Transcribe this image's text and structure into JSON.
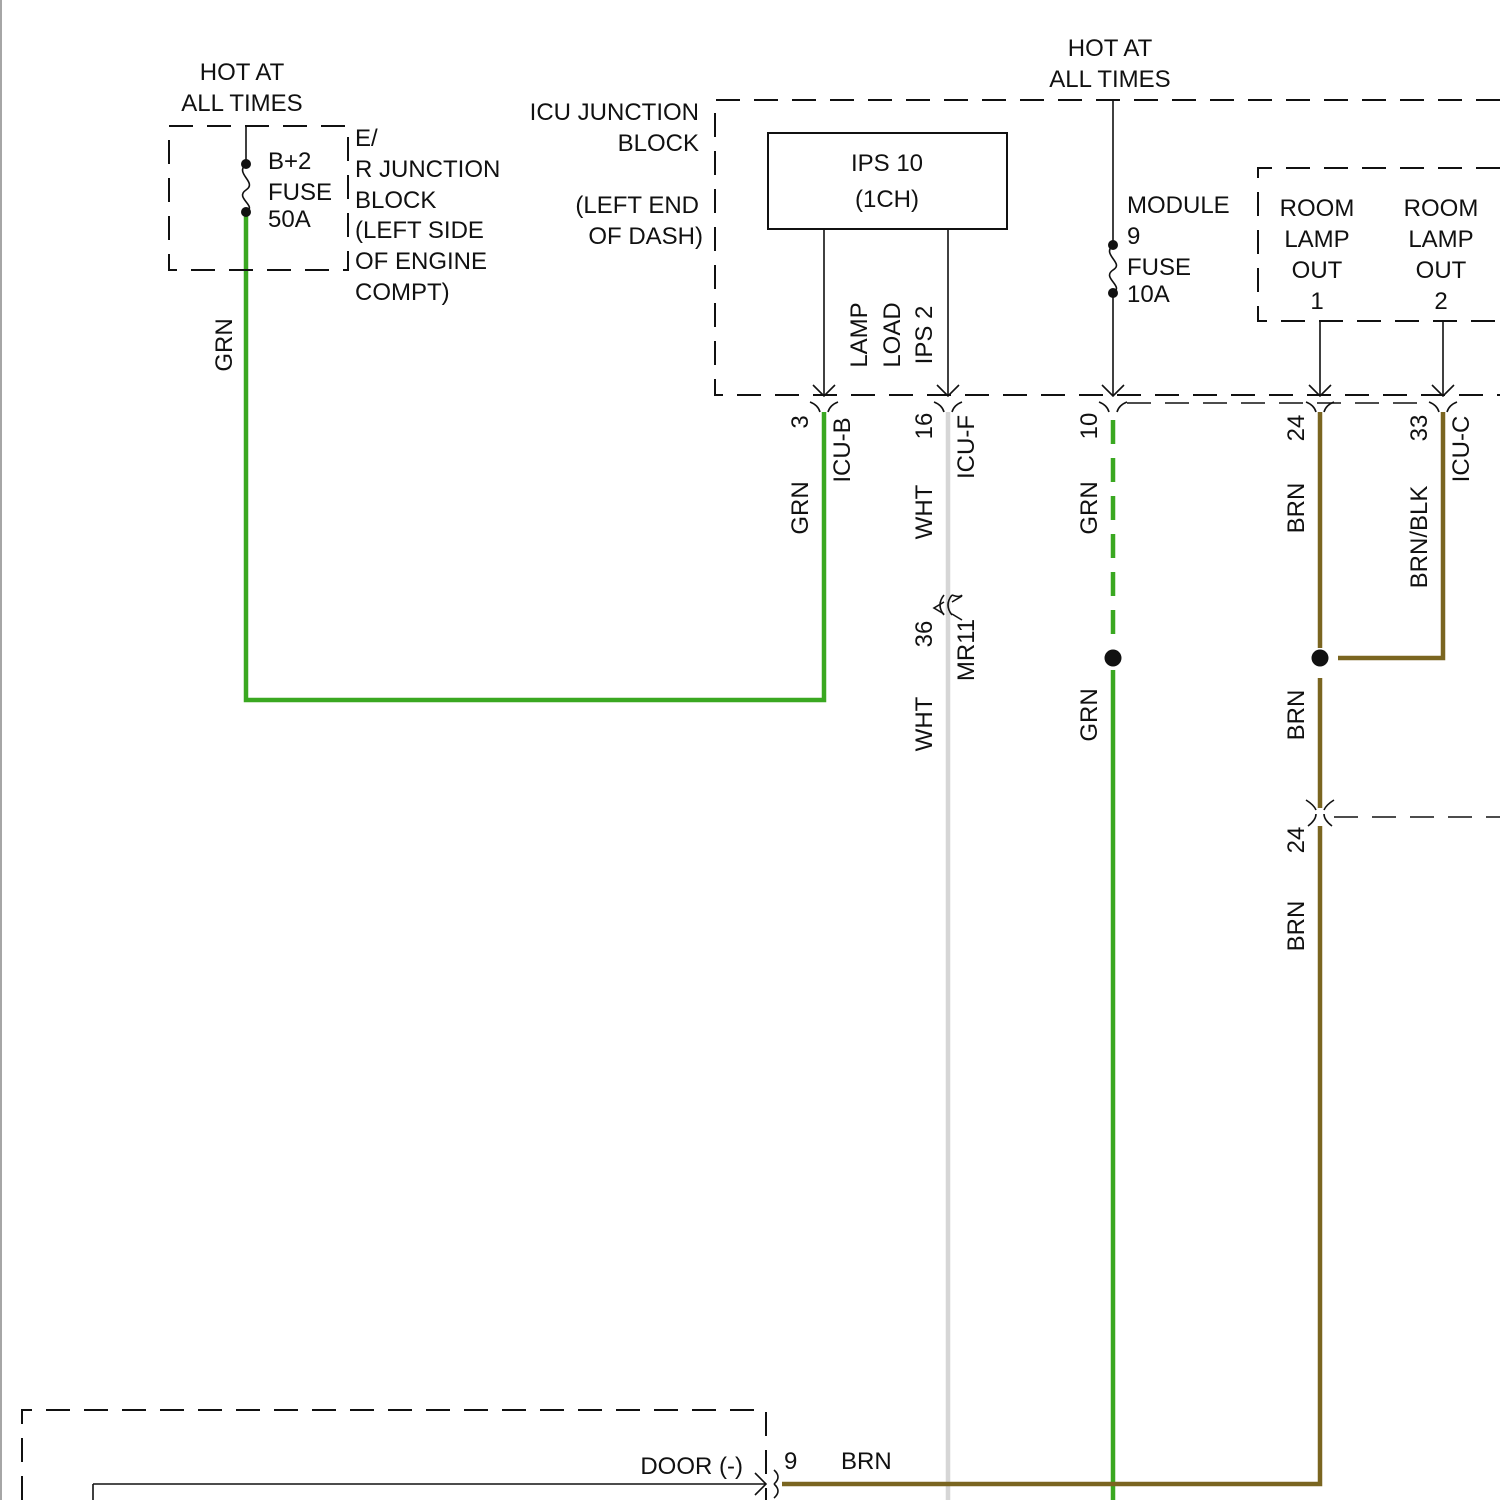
{
  "colors": {
    "grn": "#3aa821",
    "wht": "#d6d6d6",
    "brn": "#7a6520",
    "line": "#111111"
  },
  "labels": {
    "hot_left_1": "HOT AT",
    "hot_left_2": "ALL TIMES",
    "hot_right_1": "HOT AT",
    "hot_right_2": "ALL TIMES",
    "er_fuse_1": "B+2",
    "er_fuse_2": "FUSE",
    "er_fuse_3": "50A",
    "er_block_1": "E/",
    "er_block_2": "R JUNCTION",
    "er_block_3": "BLOCK",
    "er_block_4": "(LEFT SIDE",
    "er_block_5": "OF ENGINE",
    "er_block_6": "COMPT)",
    "icu_block_1": "ICU JUNCTION",
    "icu_block_2": "BLOCK",
    "icu_block_3": "(LEFT END",
    "icu_block_4": "OF DASH)",
    "ips_1": "IPS 10",
    "ips_2": "(1CH)",
    "lamp_load_1": "LAMP",
    "lamp_load_2": "LOAD",
    "lamp_load_3": "IPS 2",
    "module_1": "MODULE",
    "module_2": "9",
    "module_3": "FUSE",
    "module_4": "10A",
    "room1_1": "ROOM",
    "room1_2": "LAMP",
    "room1_3": "OUT",
    "room1_4": "1",
    "room2_1": "ROOM",
    "room2_2": "LAMP",
    "room2_3": "OUT",
    "room2_4": "2",
    "pin_3": "3",
    "pin_16": "16",
    "pin_10": "10",
    "pin_24": "24",
    "pin_33": "33",
    "pin_36": "36",
    "pin_24b": "24",
    "pin_9": "9",
    "conn_icub": "ICU-B",
    "conn_icuf": "ICU-F",
    "conn_icuc": "ICU-C",
    "conn_mr11": "MR11",
    "wire_grn_left": "GRN",
    "wire_grn_icub": "GRN",
    "wire_wht_1": "WHT",
    "wire_wht_2": "WHT",
    "wire_grn_10a": "GRN",
    "wire_grn_10b": "GRN",
    "wire_brn_1": "BRN",
    "wire_brn_2": "BRN",
    "wire_brn_3": "BRN",
    "wire_brnblk": "BRN/BLK",
    "wire_brn_bottom": "BRN",
    "door": "DOOR (-)"
  }
}
